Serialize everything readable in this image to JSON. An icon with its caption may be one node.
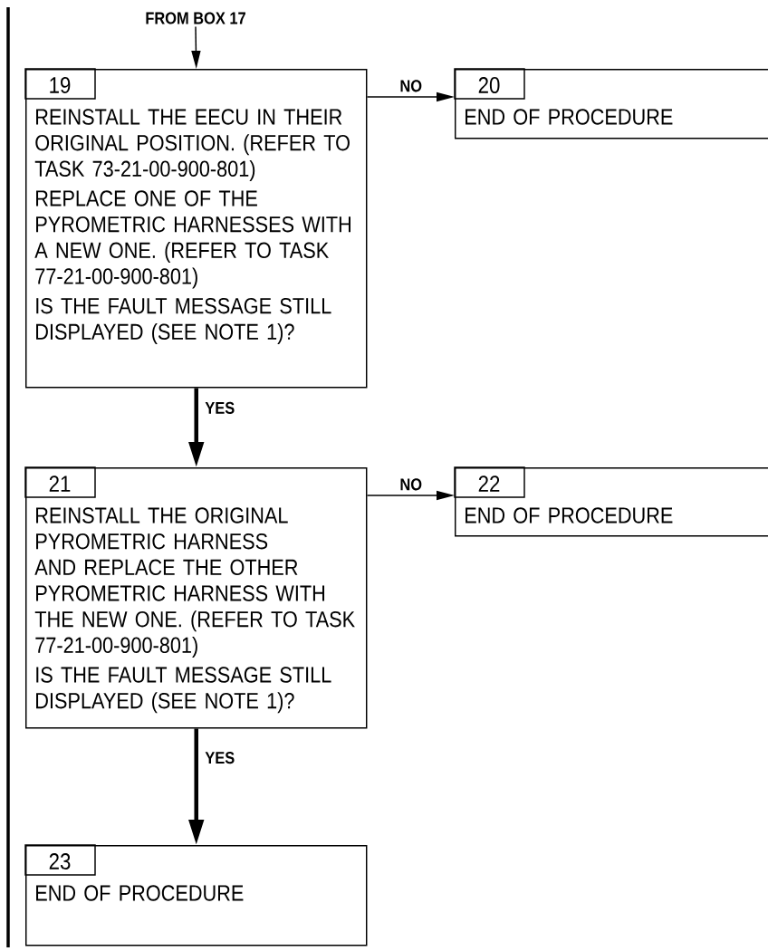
{
  "diagram": {
    "nodes": [
      {
        "text": [
          "FROM BOX 17"
        ]
      },
      {
        "text": [
          "19",
          "REINSTALL THE EECU IN THEIR ORIGINAL POSITION. (REFER TO TASK 73-21-00-900-801)",
          "REPLACE ONE OF THE PYROMETRIC HARNESSES WITH A NEW ONE. (REFER TO TASK 77-21-00-900-801)",
          "IS THE FAULT MESSAGE STILL DISPLAYED (SEE NOTE 1)?"
        ]
      },
      {
        "text": [
          "20",
          "END OF PROCEDURE"
        ]
      },
      {
        "text": [
          "21",
          "REINSTALL THE ORIGINAL PYROMETRIC HARNESS AND REPLACE THE OTHER PYROMETRIC HARNESS WITH THE NEW ONE. (REFER TO TASK 77-21-00-900-801)",
          "IS THE FAULT MESSAGE STILL DISPLAYED (SEE NOTE 1)?"
        ]
      },
      {
        "text": [
          "22",
          "END OF PROCEDURE"
        ]
      },
      {
        "text": [
          "23",
          "END OF PROCEDURE"
        ]
      }
    ],
    "edges": [
      {
        "from": 0,
        "to": 1,
        "arrow": "to"
      },
      {
        "from": 1,
        "to": 2,
        "arrow": "to",
        "label": "NO"
      },
      {
        "from": 1,
        "to": 3,
        "arrow": "to",
        "label": "YES",
        "style": "thick"
      },
      {
        "from": 3,
        "to": 4,
        "arrow": "to",
        "label": "NO"
      },
      {
        "from": 3,
        "to": 5,
        "arrow": "to",
        "label": "YES",
        "style": "thick"
      }
    ]
  }
}
